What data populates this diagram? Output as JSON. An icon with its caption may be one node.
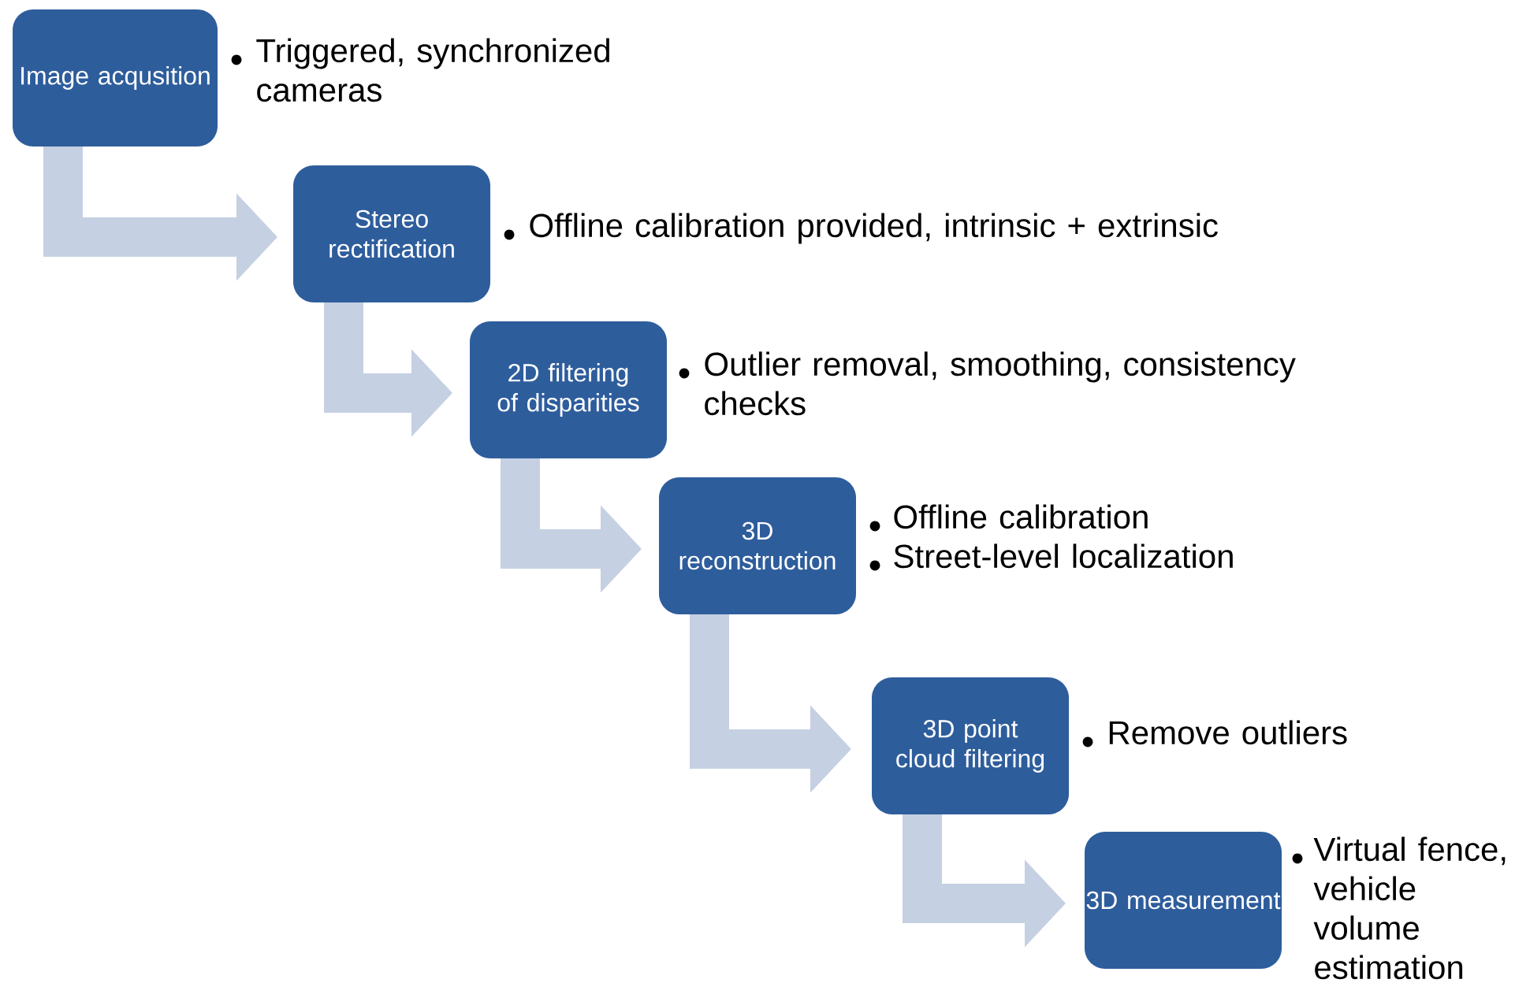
{
  "diagram": {
    "nodes": [
      {
        "text": [
          "Image acqusition"
        ],
        "beside": [
          "Triggered, synchronized cameras"
        ]
      },
      {
        "text": [
          "Stereo rectification"
        ],
        "beside": [
          "Offline calibration provided, intrinsic + extrinsic"
        ]
      },
      {
        "text": [
          "2D filtering of disparities"
        ],
        "beside": [
          "Outlier removal, smoothing, consistency checks"
        ]
      },
      {
        "text": [
          "3D reconstruction"
        ],
        "beside": [
          "Offline calibration",
          "Street-level localization"
        ]
      },
      {
        "text": [
          "3D point cloud filtering"
        ],
        "beside": [
          "Remove outliers"
        ]
      },
      {
        "text": [
          "3D measurement"
        ],
        "beside": [
          "Virtual fence, vehicle volume estimation"
        ]
      }
    ],
    "edges": [
      {
        "from": 0,
        "to": 1,
        "arrow": "to"
      },
      {
        "from": 1,
        "to": 2,
        "arrow": "to"
      },
      {
        "from": 2,
        "to": 3,
        "arrow": "to"
      },
      {
        "from": 3,
        "to": 4,
        "arrow": "to"
      },
      {
        "from": 4,
        "to": 5,
        "arrow": "to"
      }
    ]
  }
}
